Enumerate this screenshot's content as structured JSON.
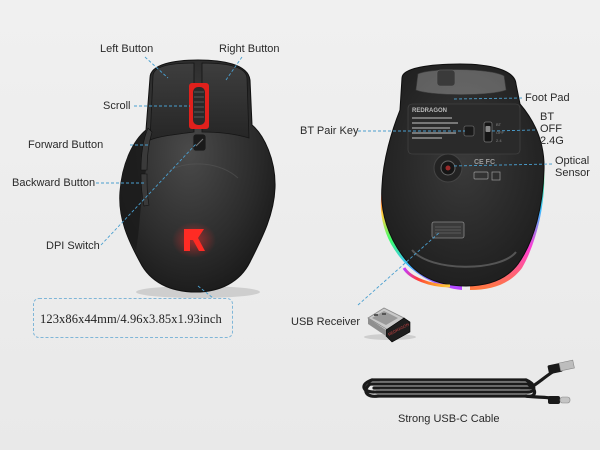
{
  "labels": {
    "left_button": "Left Button",
    "right_button": "Right Button",
    "scroll": "Scroll",
    "forward_button": "Forward Button",
    "backward_button": "Backward Button",
    "dpi_switch": "DPI Switch",
    "foot_pad": "Foot Pad",
    "bt_pair_key": "BT Pair Key",
    "mode_bt": "BT",
    "mode_off": "OFF",
    "mode_24g": "2.4G",
    "optical_sensor_1": "Optical",
    "optical_sensor_2": "Sensor",
    "usb_receiver": "USB Receiver",
    "cable": "Strong USB-C Cable"
  },
  "dimensions": "123x86x44mm/4.96x3.85x1.93inch",
  "brand_text": "REDRAGON",
  "colors": {
    "accent_red": "#e0201c",
    "leader": "#4a9fcf",
    "dim_border": "#7fb6d8",
    "mouse_body": "#2b2b2b"
  }
}
